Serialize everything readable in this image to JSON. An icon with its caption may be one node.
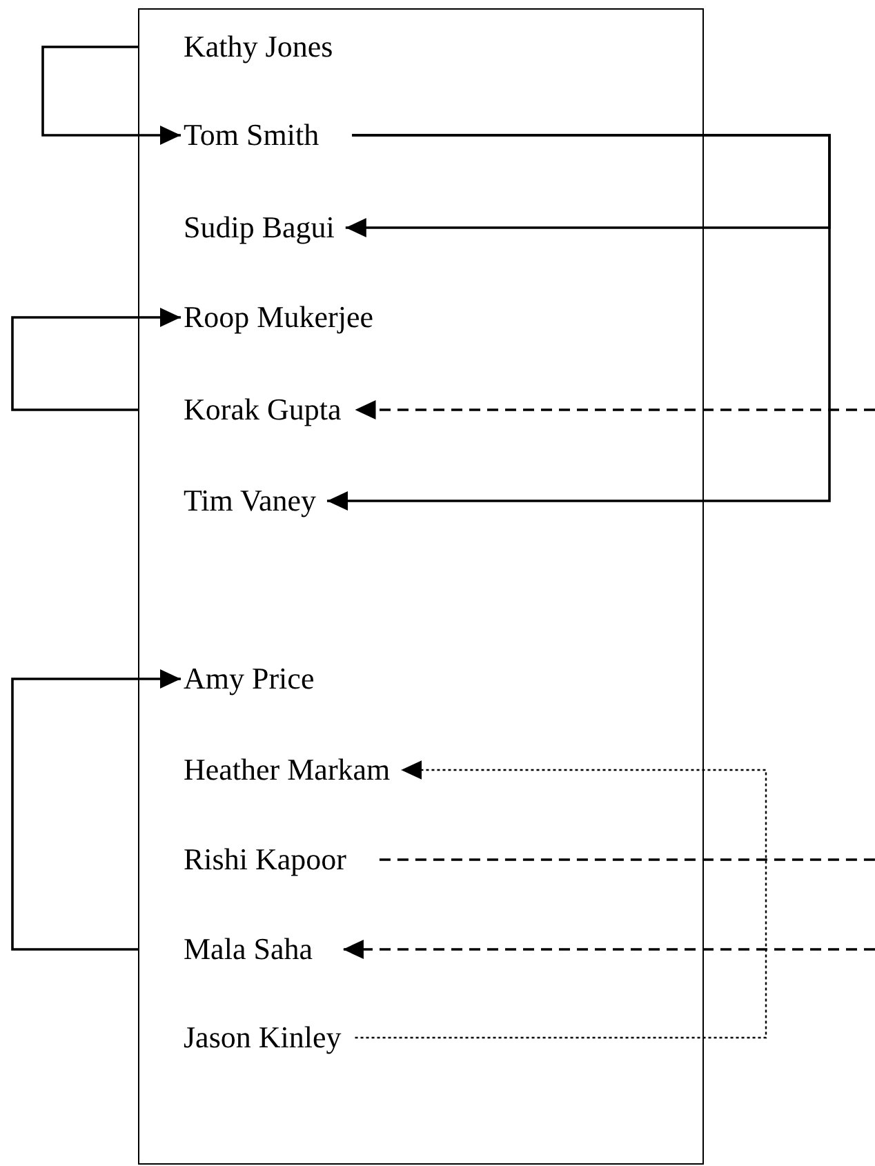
{
  "diagram": {
    "nodes": [
      {
        "text": [],
        "shape": "box"
      },
      {
        "text": [
          "Kathy Jones"
        ],
        "in": 0
      },
      {
        "text": [
          "Tom Smith"
        ],
        "in": 0
      },
      {
        "text": [
          "Sudip Bagui"
        ],
        "in": 0
      },
      {
        "text": [
          "Roop Mukerjee"
        ],
        "in": 0
      },
      {
        "text": [
          "Korak Gupta"
        ],
        "in": 0
      },
      {
        "text": [
          "Tim Vaney"
        ],
        "in": 0
      },
      {
        "text": [
          "Amy Price"
        ],
        "in": 0
      },
      {
        "text": [
          "Heather Markam"
        ],
        "in": 0
      },
      {
        "text": [
          "Rishi Kapoor"
        ],
        "in": 0
      },
      {
        "text": [
          "Mala Saha"
        ],
        "in": 0
      },
      {
        "text": [
          "Jason Kinley"
        ],
        "in": 0
      }
    ],
    "edges": [
      {
        "from": 1,
        "to": 2,
        "arrow": "to"
      },
      {
        "from": 2,
        "to": 3,
        "arrow": "to"
      },
      {
        "from": 2,
        "to": 6,
        "arrow": "to"
      },
      {
        "from": 5,
        "to": 4,
        "arrow": "to"
      },
      {
        "from": null,
        "to": 5,
        "arrow": "to",
        "style": "dashed"
      },
      {
        "from": 10,
        "to": 7,
        "arrow": "to"
      },
      {
        "from": 11,
        "to": 8,
        "arrow": "to",
        "style": "dashed"
      },
      {
        "from": 9,
        "to": null,
        "arrow": "none",
        "style": "dashed"
      },
      {
        "from": null,
        "to": 10,
        "arrow": "to",
        "style": "dashed"
      }
    ]
  }
}
